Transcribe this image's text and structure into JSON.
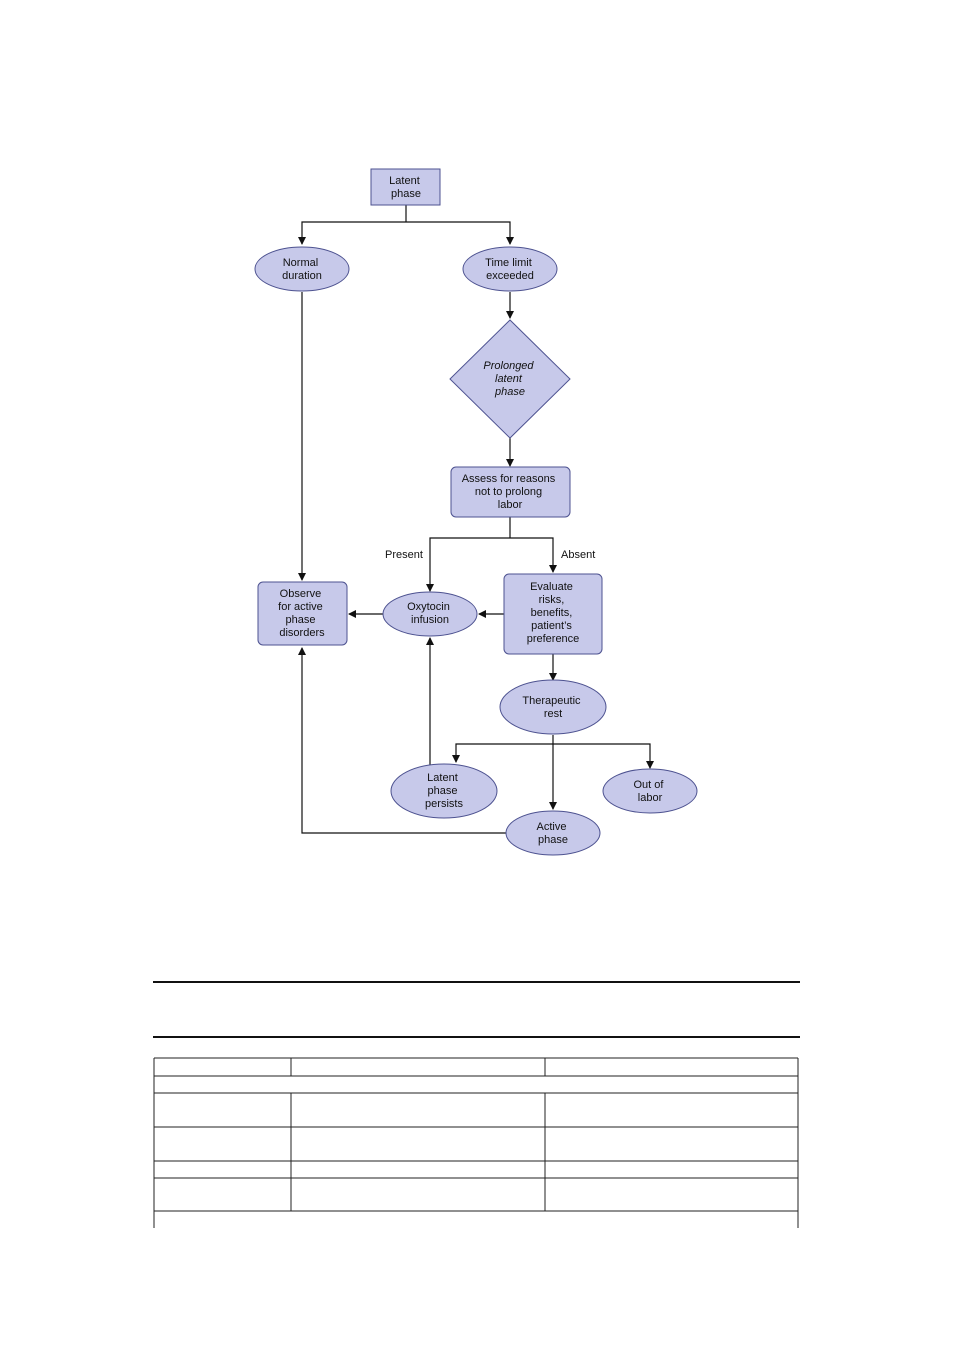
{
  "nodes": {
    "latent_phase": [
      "Latent",
      "phase"
    ],
    "normal_duration": [
      "Normal",
      "duration"
    ],
    "time_limit": [
      "Time limit",
      "exceeded"
    ],
    "prolonged_latent": [
      "Prolonged",
      "latent",
      "phase"
    ],
    "assess_reasons": [
      "Assess for reasons",
      "not to prolong",
      "labor"
    ],
    "evaluate_risks": [
      "Evaluate",
      "risks,",
      "benefits,",
      "patient’s",
      "preference"
    ],
    "oxytocin_infusion": [
      "Oxytocin",
      "infusion"
    ],
    "observe_active": [
      "Observe",
      "for active",
      "phase",
      "disorders"
    ],
    "therapeutic_rest": [
      "Therapeutic",
      "rest"
    ],
    "latent_persists": [
      "Latent",
      "phase",
      "persists"
    ],
    "out_of_labor": [
      "Out of",
      "labor"
    ],
    "active_phase": [
      "Active",
      "phase"
    ]
  },
  "edge_labels": {
    "present": "Present",
    "absent": "Absent"
  },
  "colors": {
    "node_fill": "#c7c9ea",
    "node_stroke": "#4d5290",
    "connector": "#111111"
  }
}
